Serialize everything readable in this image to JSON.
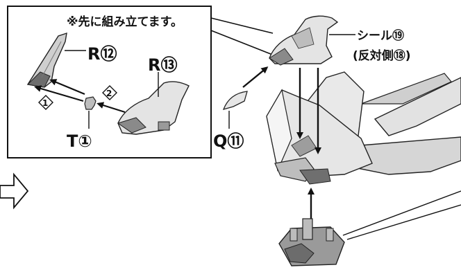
{
  "inset": {
    "note": "※先に組み立てます。",
    "step1": "1",
    "step2": "2"
  },
  "parts": {
    "r12": "R⑫",
    "r13": "R⑬",
    "t1": "T①",
    "q11": "Q⑪"
  },
  "sticker": {
    "line1": "シール⑲",
    "line2": "(反対側⑱)"
  }
}
